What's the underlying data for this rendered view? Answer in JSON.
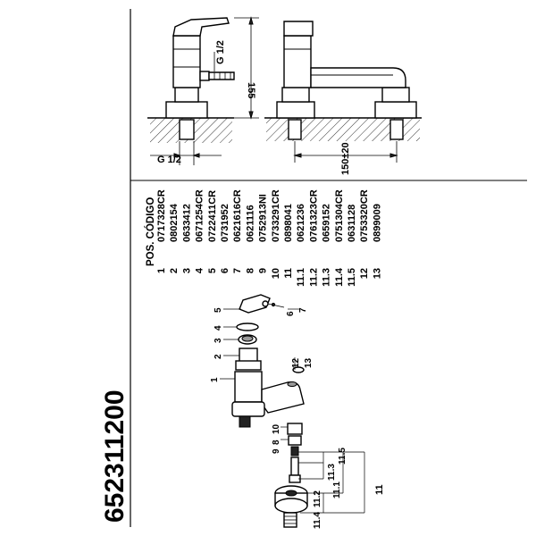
{
  "sheet": {
    "product_code": "652311200"
  },
  "side_view": {
    "thread_vertical_label": "G 1/2",
    "thread_bottom_label": "G 1/2"
  },
  "front_view": {
    "height_label": "155",
    "spacing_label": "150±20"
  },
  "parts_table": {
    "header_pos": "POS.",
    "header_code": "CÓDIGO",
    "rows": [
      {
        "pos": "1",
        "code": "0717328CR"
      },
      {
        "pos": "2",
        "code": "0802154"
      },
      {
        "pos": "3",
        "code": "0633412"
      },
      {
        "pos": "4",
        "code": "0671254CR"
      },
      {
        "pos": "5",
        "code": "0722411CR"
      },
      {
        "pos": "6",
        "code": "0731952"
      },
      {
        "pos": "7",
        "code": "0621616CR"
      },
      {
        "pos": "8",
        "code": "0621116"
      },
      {
        "pos": "9",
        "code": "0752913NI"
      },
      {
        "pos": "10",
        "code": "0733291CR"
      },
      {
        "pos": "11",
        "code": "0898041"
      },
      {
        "pos": "11.1",
        "code": "0621236"
      },
      {
        "pos": "11.2",
        "code": "0761323CR"
      },
      {
        "pos": "11.3",
        "code": "0659152"
      },
      {
        "pos": "11.4",
        "code": "0751304CR"
      },
      {
        "pos": "11.5",
        "code": "0631128"
      },
      {
        "pos": "12",
        "code": "0753320CR"
      },
      {
        "pos": "13",
        "code": "0899009"
      }
    ]
  },
  "exploded_view": {
    "callouts": {
      "p1": "1",
      "p2": "2",
      "p3": "3",
      "p4": "4",
      "p5": "5",
      "p6": "6",
      "p7": "7",
      "p8": "8",
      "p9": "9",
      "p10": "10",
      "p11": "11",
      "p11_1": "11.1",
      "p11_2": "11.2",
      "p11_3": "11.3",
      "p11_4": "11.4",
      "p11_5": "11.5",
      "p12": "12",
      "p13": "13"
    }
  }
}
